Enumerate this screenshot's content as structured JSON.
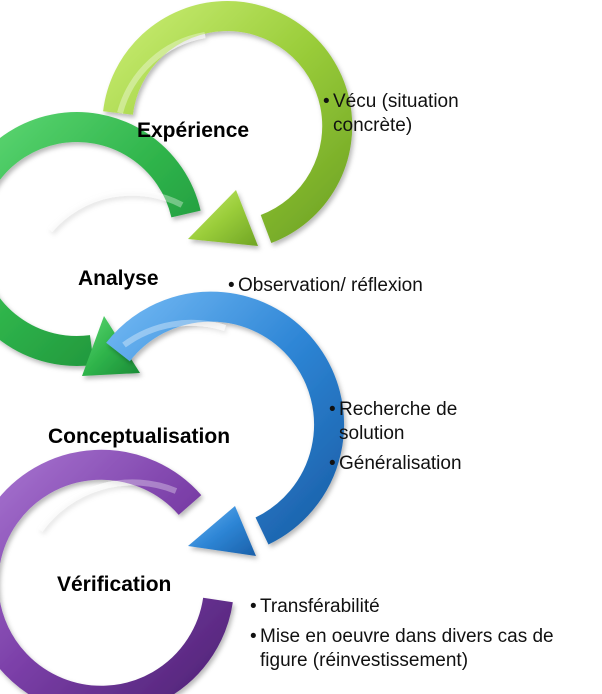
{
  "stages": [
    {
      "label": "Expérience",
      "color": "#9ACD3A",
      "bullets": [
        "Vécu (situation concrète)"
      ]
    },
    {
      "label": "Analyse",
      "color": "#33B84F",
      "bullets": [
        "Observation/ réflexion"
      ]
    },
    {
      "label": "Conceptualisation",
      "color": "#2E86D6",
      "bullets": [
        "Recherche de solution",
        "Généralisation"
      ]
    },
    {
      "label": "Vérification",
      "color": "#7B3FA8",
      "bullets": [
        "Transférabilité",
        "Mise en oeuvre dans divers cas de figure (réinvestissement)"
      ]
    }
  ]
}
